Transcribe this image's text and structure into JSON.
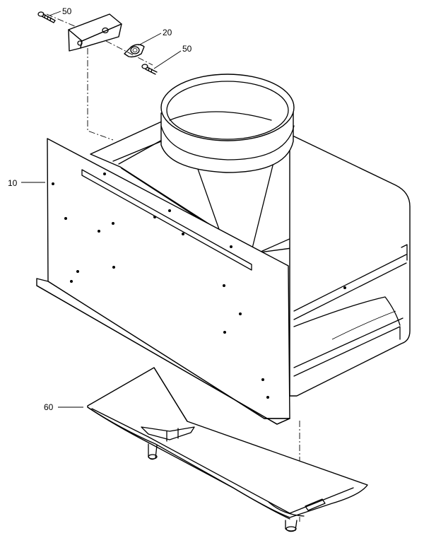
{
  "callouts": {
    "screw_top": "50",
    "bushing": "20",
    "screw_mid": "50",
    "frame": "10",
    "tray": "60"
  }
}
